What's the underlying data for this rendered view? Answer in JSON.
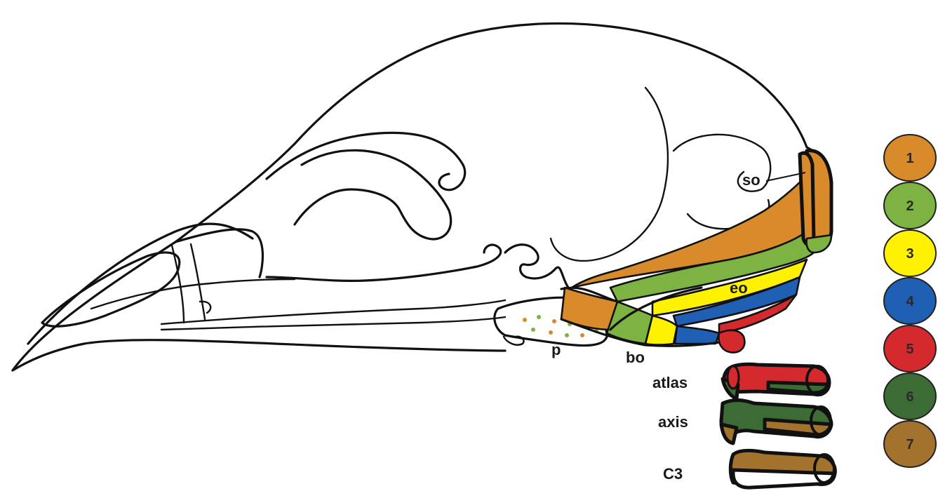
{
  "labels": {
    "so": "so",
    "eo": "eo",
    "p": "p",
    "bo": "bo",
    "atlas": "atlas",
    "axis": "axis",
    "c3": "C3"
  },
  "key": [
    {
      "label": "1",
      "color": "#d98a2b"
    },
    {
      "label": "2",
      "color": "#7cb342"
    },
    {
      "label": "3",
      "color": "#fff200"
    },
    {
      "label": "4",
      "color": "#1f5fb4"
    },
    {
      "label": "5",
      "color": "#d42a2e"
    },
    {
      "label": "6",
      "color": "#3d6b35"
    },
    {
      "label": "7",
      "color": "#a3722c"
    }
  ]
}
